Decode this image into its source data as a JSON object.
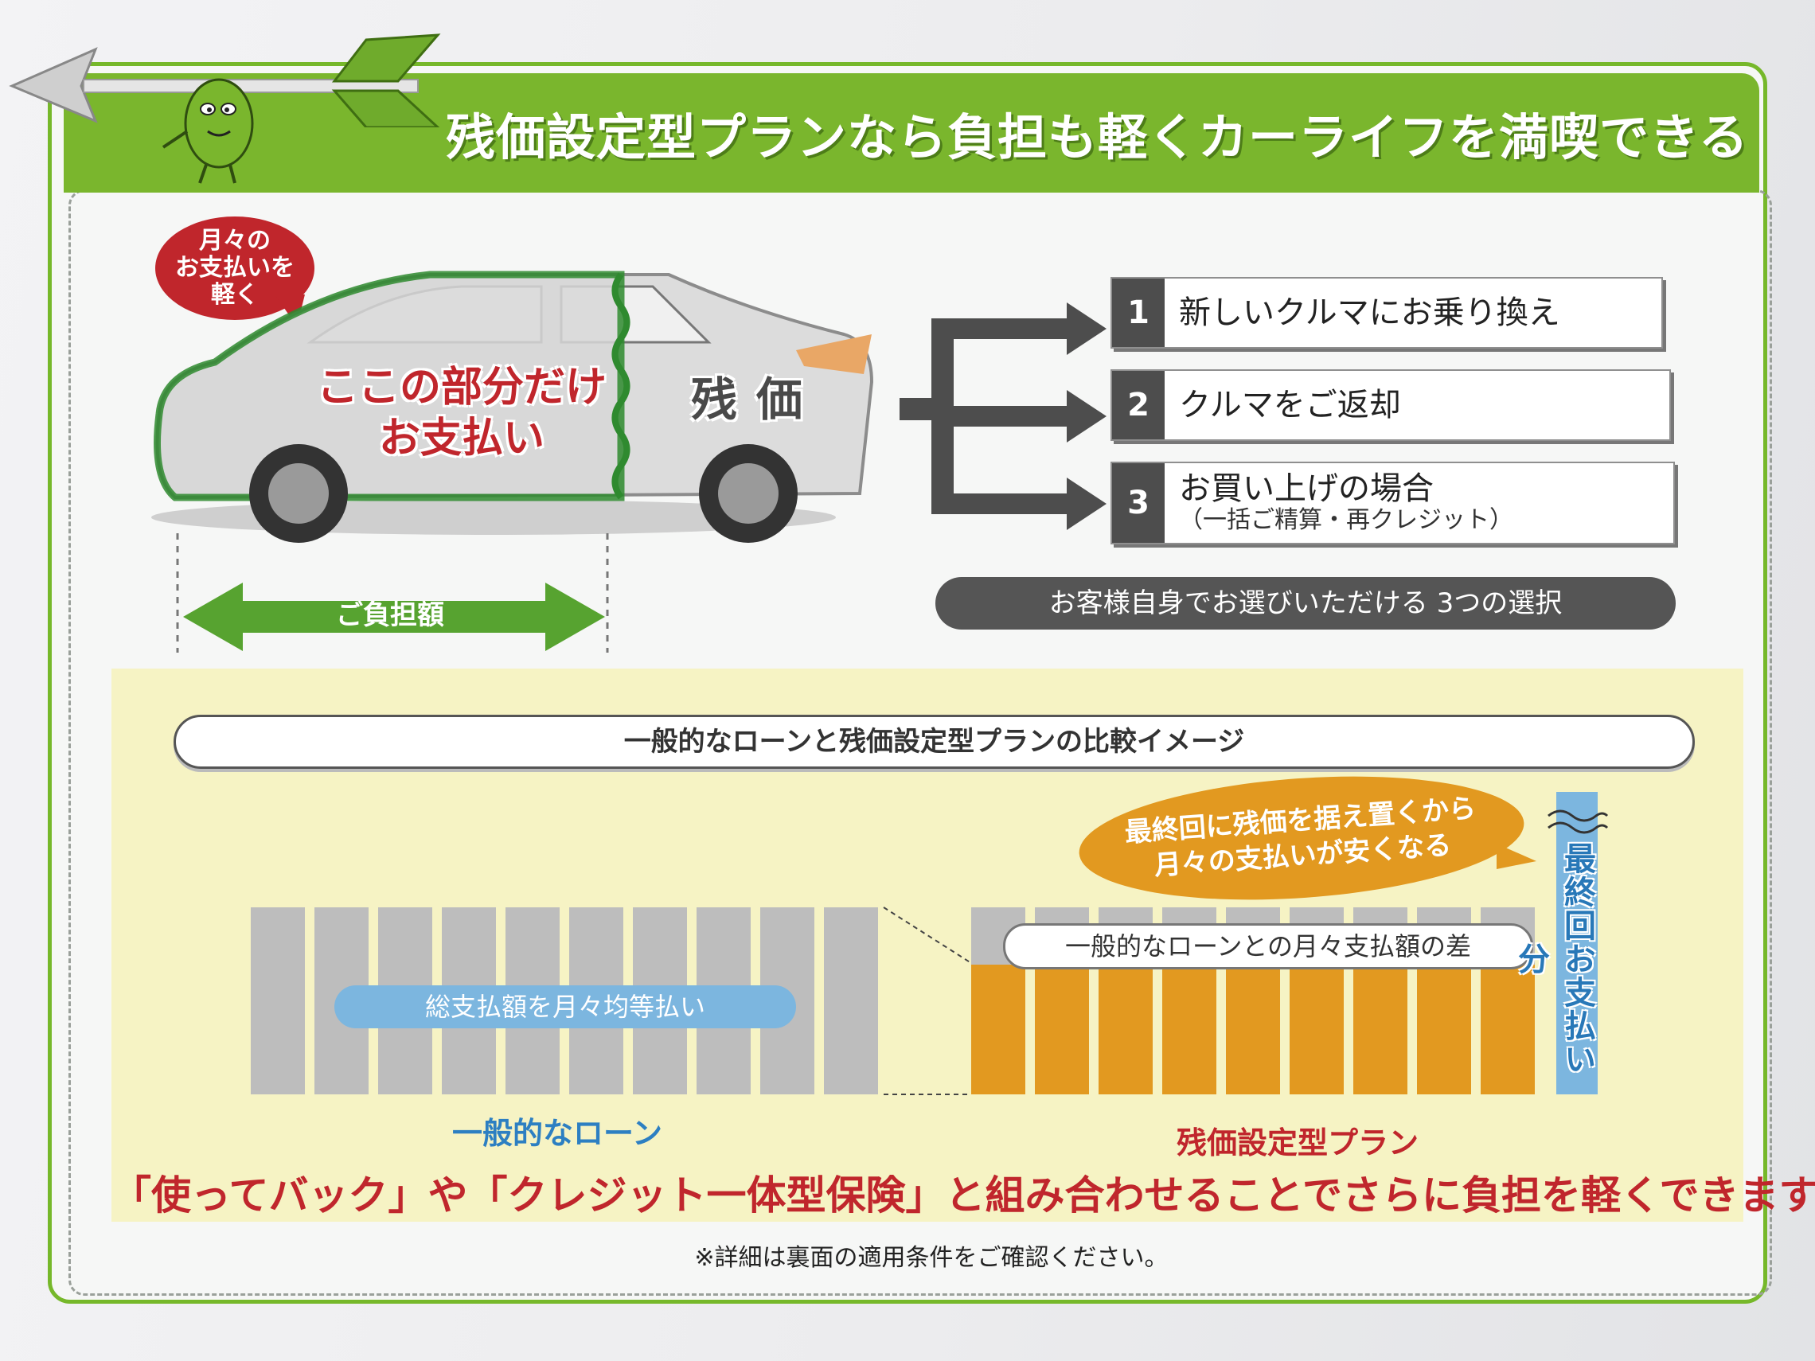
{
  "header": {
    "title": "残価設定型プランなら負担も軽くカーライフを満喫できる"
  },
  "bubble_red": {
    "line1": "月々の",
    "line2": "お支払いを",
    "line3": "軽く"
  },
  "car": {
    "pay_line1": "ここの部分だけ",
    "pay_line2": "お支払い",
    "residual": "残価"
  },
  "burden_label": "ご負担額",
  "options": [
    {
      "num": "1",
      "text": "新しいクルマにお乗り換え",
      "sub": ""
    },
    {
      "num": "2",
      "text": "クルマをご返却",
      "sub": ""
    },
    {
      "num": "3",
      "text": "お買い上げの場合",
      "sub": "（一括ご精算・再クレジット）"
    }
  ],
  "select_bar": "お客様自身でお選びいただける 3つの選択",
  "comparison": {
    "title": "一般的なローンと残価設定型プランの比較イメージ",
    "equal_payment_label": "総支払額を月々均等払い",
    "difference_label": "一般的なローンとの月々支払額の差",
    "bubble_line1": "最終回に残価を据え置くから",
    "bubble_line2": "月々の支払いが安くなる",
    "final_payment_label": "最終回お支払い分",
    "loan_label": "一般的なローン",
    "plan_label": "残価設定型プラン"
  },
  "note": "「使ってバック」や「クレジット一体型保険」と組み合わせることでさらに負担を軽くできます！",
  "footnote": "※詳細は裏面の適用条件をご確認ください。",
  "colors": {
    "green": "#7ab62d",
    "red": "#c0262c",
    "orange": "#e29920",
    "blue": "#7cb6df",
    "gray": "#bdbdbd"
  }
}
